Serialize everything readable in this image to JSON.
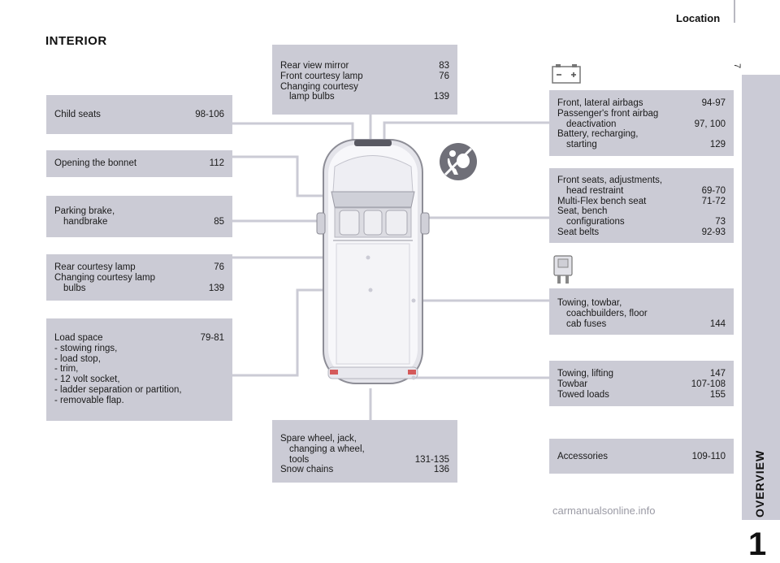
{
  "header": {
    "title": "Location",
    "page_number": "7"
  },
  "section": {
    "title": "INTERIOR"
  },
  "sidebar": {
    "label": "OVERVIEW",
    "chapter": "1"
  },
  "watermark": "carmanualsonline.info",
  "colors": {
    "box_bg": "#cbcbd5",
    "sidebar_bg": "#cbcbd6",
    "connector": "#cbcbd5"
  },
  "icons": [
    "battery-icon",
    "airbag-warning-icon",
    "fuse-icon"
  ],
  "boxes": {
    "child_seats": {
      "rows": [
        {
          "label": "Child seats",
          "page": "98-106"
        }
      ]
    },
    "bonnet": {
      "rows": [
        {
          "label": "Opening the bonnet",
          "page": "112"
        }
      ]
    },
    "parking_brake": {
      "line1": "Parking brake,",
      "line2": "handbrake",
      "page": "85"
    },
    "rear_courtesy": {
      "row1": {
        "label": "Rear courtesy lamp",
        "page": "76"
      },
      "line2": "Changing courtesy lamp",
      "line3": "bulbs",
      "page3": "139"
    },
    "load_space": {
      "label": "Load space",
      "page": "79-81",
      "items": [
        "-  stowing rings,",
        "-  load stop,",
        "-  trim,",
        "-  12 volt socket,",
        "-  ladder separation or partition,",
        "-  removable flap."
      ]
    },
    "mirror": {
      "row1": {
        "label": "Rear view mirror",
        "page": "83"
      },
      "row2": {
        "label": "Front courtesy lamp",
        "page": "76"
      },
      "line3": "Changing courtesy",
      "line4": "lamp bulbs",
      "page4": "139"
    },
    "spare_wheel": {
      "line1": "Spare wheel, jack,",
      "line2": "changing a wheel,",
      "line3": "tools",
      "page3": "131-135",
      "row4": {
        "label": "Snow chains",
        "page": "136"
      }
    },
    "airbags": {
      "row1": {
        "label": "Front, lateral airbags",
        "page": "94-97"
      },
      "line2": "Passenger's front airbag",
      "line3": "deactivation",
      "page3": "97, 100",
      "line4": "Battery, recharging,",
      "line5": "starting",
      "page5": "129"
    },
    "seats": {
      "line1": "Front seats, adjustments,",
      "line2": "head restraint",
      "page2": "69-70",
      "row3": {
        "label": "Multi-Flex bench seat",
        "page": "71-72"
      },
      "line4": "Seat, bench",
      "line5": "configurations",
      "page5": "73",
      "row6": {
        "label": "Seat belts",
        "page": "92-93"
      }
    },
    "towing_fuses": {
      "line1": "Towing, towbar,",
      "line2": "coachbuilders, floor",
      "line3": "cab fuses",
      "page3": "144"
    },
    "towing_lifting": {
      "row1": {
        "label": "Towing, lifting",
        "page": "147"
      },
      "row2": {
        "label": "Towbar",
        "page": "107-108"
      },
      "row3": {
        "label": "Towed loads",
        "page": "155"
      }
    },
    "accessories": {
      "row1": {
        "label": "Accessories",
        "page": "109-110"
      }
    }
  }
}
